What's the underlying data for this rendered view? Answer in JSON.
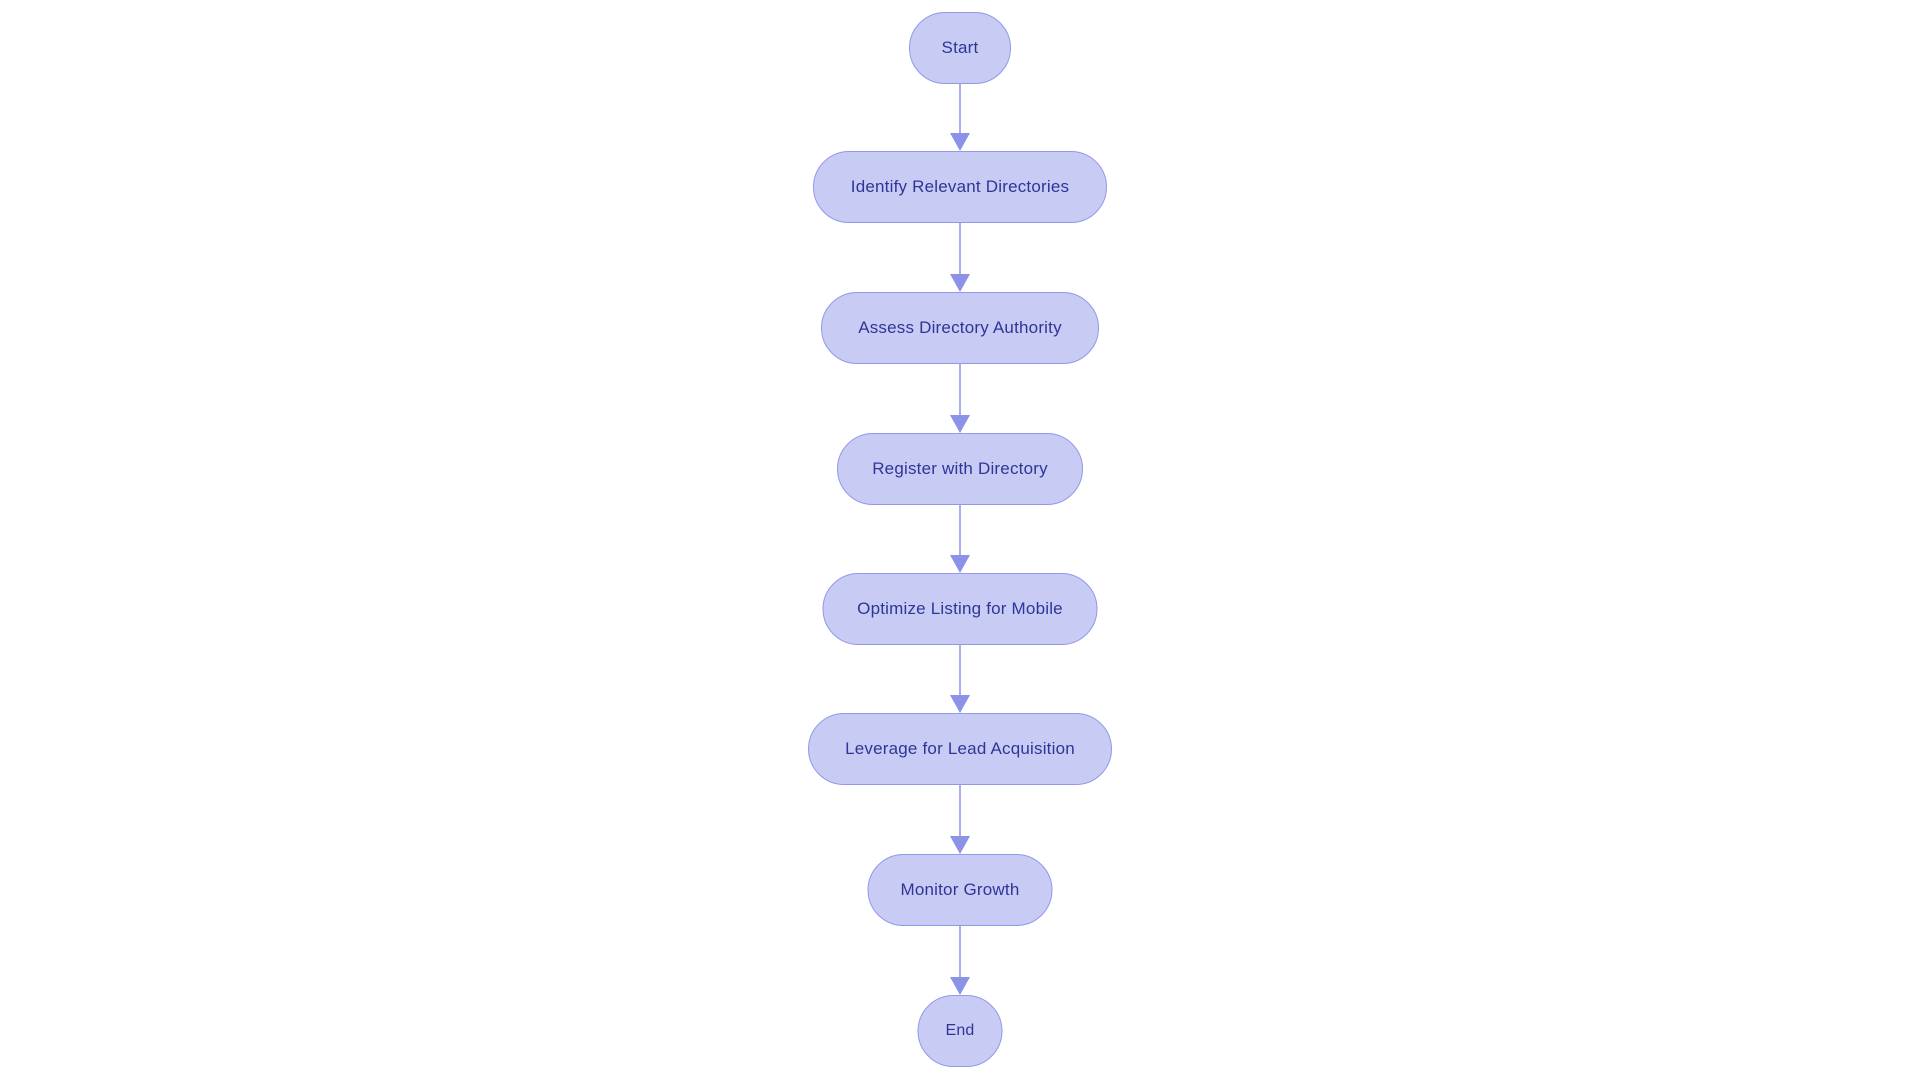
{
  "diagram": {
    "type": "flowchart",
    "direction": "top-down",
    "colors": {
      "node_fill": "#c8ccf5",
      "node_border": "#9298e8",
      "node_text": "#2e3597",
      "arrow_line": "#a9aeef",
      "arrow_head": "#8b92e8",
      "canvas_bg": "#ffffff"
    },
    "nodes": [
      {
        "id": "start",
        "label": "Start",
        "shape": "stadium"
      },
      {
        "id": "identify",
        "label": "Identify Relevant Directories",
        "shape": "stadium"
      },
      {
        "id": "assess",
        "label": "Assess Directory Authority",
        "shape": "stadium"
      },
      {
        "id": "register",
        "label": "Register with Directory",
        "shape": "stadium"
      },
      {
        "id": "optimize",
        "label": "Optimize Listing for Mobile",
        "shape": "stadium"
      },
      {
        "id": "leverage",
        "label": "Leverage for Lead Acquisition",
        "shape": "stadium"
      },
      {
        "id": "monitor",
        "label": "Monitor Growth",
        "shape": "stadium"
      },
      {
        "id": "end",
        "label": "End",
        "shape": "stadium"
      }
    ],
    "edges": [
      {
        "from": "start",
        "to": "identify"
      },
      {
        "from": "identify",
        "to": "assess"
      },
      {
        "from": "assess",
        "to": "register"
      },
      {
        "from": "register",
        "to": "optimize"
      },
      {
        "from": "optimize",
        "to": "leverage"
      },
      {
        "from": "leverage",
        "to": "monitor"
      },
      {
        "from": "monitor",
        "to": "end"
      }
    ]
  }
}
